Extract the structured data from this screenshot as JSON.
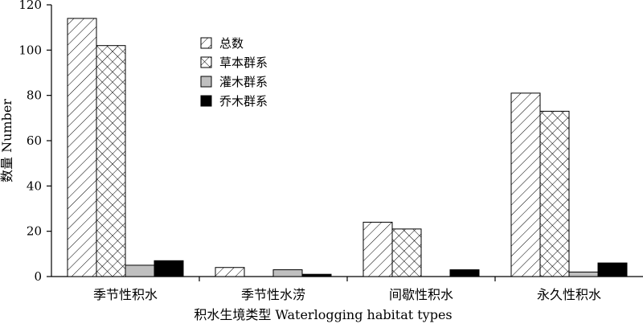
{
  "chart_data": {
    "type": "bar",
    "title": "",
    "xlabel": "积水生境类型 Waterlogging habitat types",
    "ylabel": "数量 Number",
    "ylim": [
      0,
      120
    ],
    "yticks": [
      0,
      20,
      40,
      60,
      80,
      100,
      120
    ],
    "categories": [
      "季节性积水",
      "季节性水涝",
      "间歇性积水",
      "永久性积水"
    ],
    "series": [
      {
        "name": "总数",
        "values": [
          114,
          4,
          24,
          81
        ],
        "pattern": "diagonal-hatch",
        "color": "#000000"
      },
      {
        "name": "草本群系",
        "values": [
          102,
          0,
          21,
          73
        ],
        "pattern": "cross-hatch",
        "color": "#000000"
      },
      {
        "name": "灌木群系",
        "values": [
          5,
          3,
          0,
          2
        ],
        "pattern": "solid",
        "color": "#bfbfbf"
      },
      {
        "name": "乔木群系",
        "values": [
          7,
          1,
          3,
          6
        ],
        "pattern": "solid",
        "color": "#000000"
      }
    ],
    "grid": false,
    "legend_position": "top-center"
  }
}
